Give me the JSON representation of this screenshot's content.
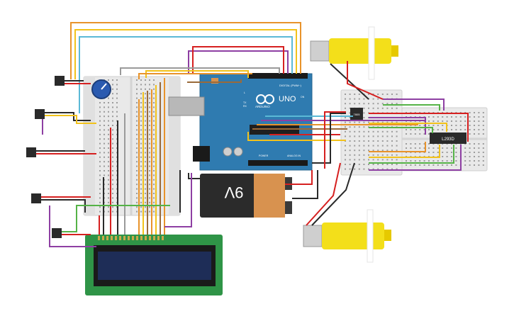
{
  "arduino": {
    "brand": "UNO",
    "logo_text": "ARDUINO",
    "digital_label": "DIGITAL (PWM~)",
    "analog_label": "ANALOG IN",
    "power_label": "POWER",
    "tx_label": "TX",
    "rx_label": "RX",
    "l_label": "L",
    "on_label": "ON"
  },
  "battery": {
    "label": "9V"
  },
  "motor_driver": {
    "label": "L293D"
  },
  "regulator": {
    "label": "7805"
  },
  "lcd": {
    "text_line1": "",
    "text_line2": ""
  },
  "colors": {
    "wire_red": "#d62020",
    "wire_black": "#2a2a2a",
    "wire_orange": "#e8932b",
    "wire_yellow": "#f2c21b",
    "wire_purple": "#8e3fa3",
    "wire_cyan": "#5bb9d6",
    "wire_green": "#55b347",
    "wire_gray": "#9a9a9a",
    "wire_brown": "#9a6a3a",
    "arduino_blue": "#2f7bb0",
    "lcd_green": "#2f9447",
    "lcd_screen": "#1e2d57",
    "motor_yellow": "#f3df1a",
    "battery_black": "#2b2b2b",
    "battery_copper": "#d8924f"
  },
  "icons": [
    "ir-sensor-icon",
    "potentiometer-icon",
    "dc-motor-icon",
    "usb-connector-icon",
    "barrel-jack-icon"
  ]
}
